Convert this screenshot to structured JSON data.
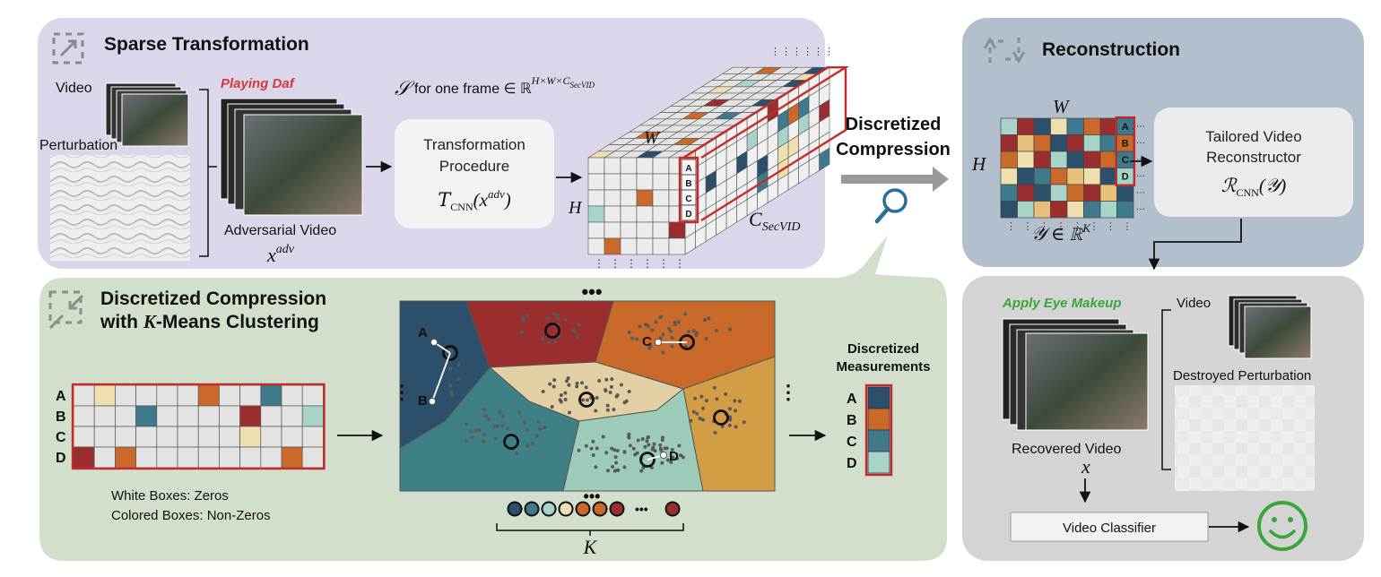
{
  "colors": {
    "panel_sparse": "#dcd6ea",
    "panel_recon": "#b3bfcc",
    "panel_kmeans": "#d3dfcd",
    "panel_output": "#d4d4d4",
    "grid_empty": "#e3e3e3",
    "highlight_red": "#c62a2a",
    "teal": "#3e7a8c",
    "orange": "#c96a2a",
    "cream": "#efdfaf",
    "mint": "#a8d3c8",
    "darkred": "#9a2e2e",
    "navy": "#2c4f6b",
    "green_label": "#3aa63a",
    "red_label": "#d23a3a"
  },
  "sparse": {
    "title": "Sparse Transformation",
    "video_label": "Video",
    "perturbation_label": "Perturbation",
    "playing_label": "Playing Daf",
    "adversarial_label": "Adversarial Video",
    "adversarial_symbol": "x",
    "adversarial_sup": "adv",
    "s_label": "for one frame ∈ ℝ",
    "s_sup": "H×W×C",
    "s_sup_sub": "SecVID",
    "procedure_line1": "Transformation",
    "procedure_line2": "Procedure",
    "procedure_formula": "T",
    "procedure_sub": "CNN",
    "procedure_arg": "(x",
    "procedure_arg_sup": "adv",
    "procedure_close": ")",
    "w_label": "W",
    "h_label": "H",
    "c_label": "C",
    "c_sub": "SecVID",
    "cell_letters": [
      "A",
      "B",
      "C",
      "D"
    ]
  },
  "center": {
    "line1": "Discretized",
    "line2": "Compression"
  },
  "reconstruction": {
    "title": "Reconstruction",
    "w_label": "W",
    "h_label": "H",
    "y_label": "𝒴 ∈ ℝ",
    "y_sup": "K",
    "box_line1": "Tailored Video",
    "box_line2": "Reconstructor",
    "box_formula": "ℛ",
    "box_sub": "CNN",
    "box_arg": "(𝒴)",
    "cell_letters": [
      "A",
      "B",
      "C",
      "D"
    ]
  },
  "kmeans": {
    "title_line1": "Discretized Compression",
    "title_line2_pre": "with ",
    "title_line2_k": "K",
    "title_line2_post": "-Means Clustering",
    "row_labels": [
      "A",
      "B",
      "C",
      "D"
    ],
    "legend_line1": "White Boxes: Zeros",
    "legend_line2": "Colored Boxes: Non-Zeros",
    "point_labels": [
      "A",
      "B",
      "C",
      "D"
    ],
    "measure_line1": "Discretized",
    "measure_line2": "Measurements",
    "k_label": "K",
    "dots": "•••"
  },
  "output": {
    "apply_label": "Apply Eye Makeup",
    "video_label": "Video",
    "destroyed_label": "Destroyed Perturbation",
    "recovered_label": "Recovered Video",
    "recovered_symbol": "x",
    "classifier_label": "Video Classifier"
  }
}
